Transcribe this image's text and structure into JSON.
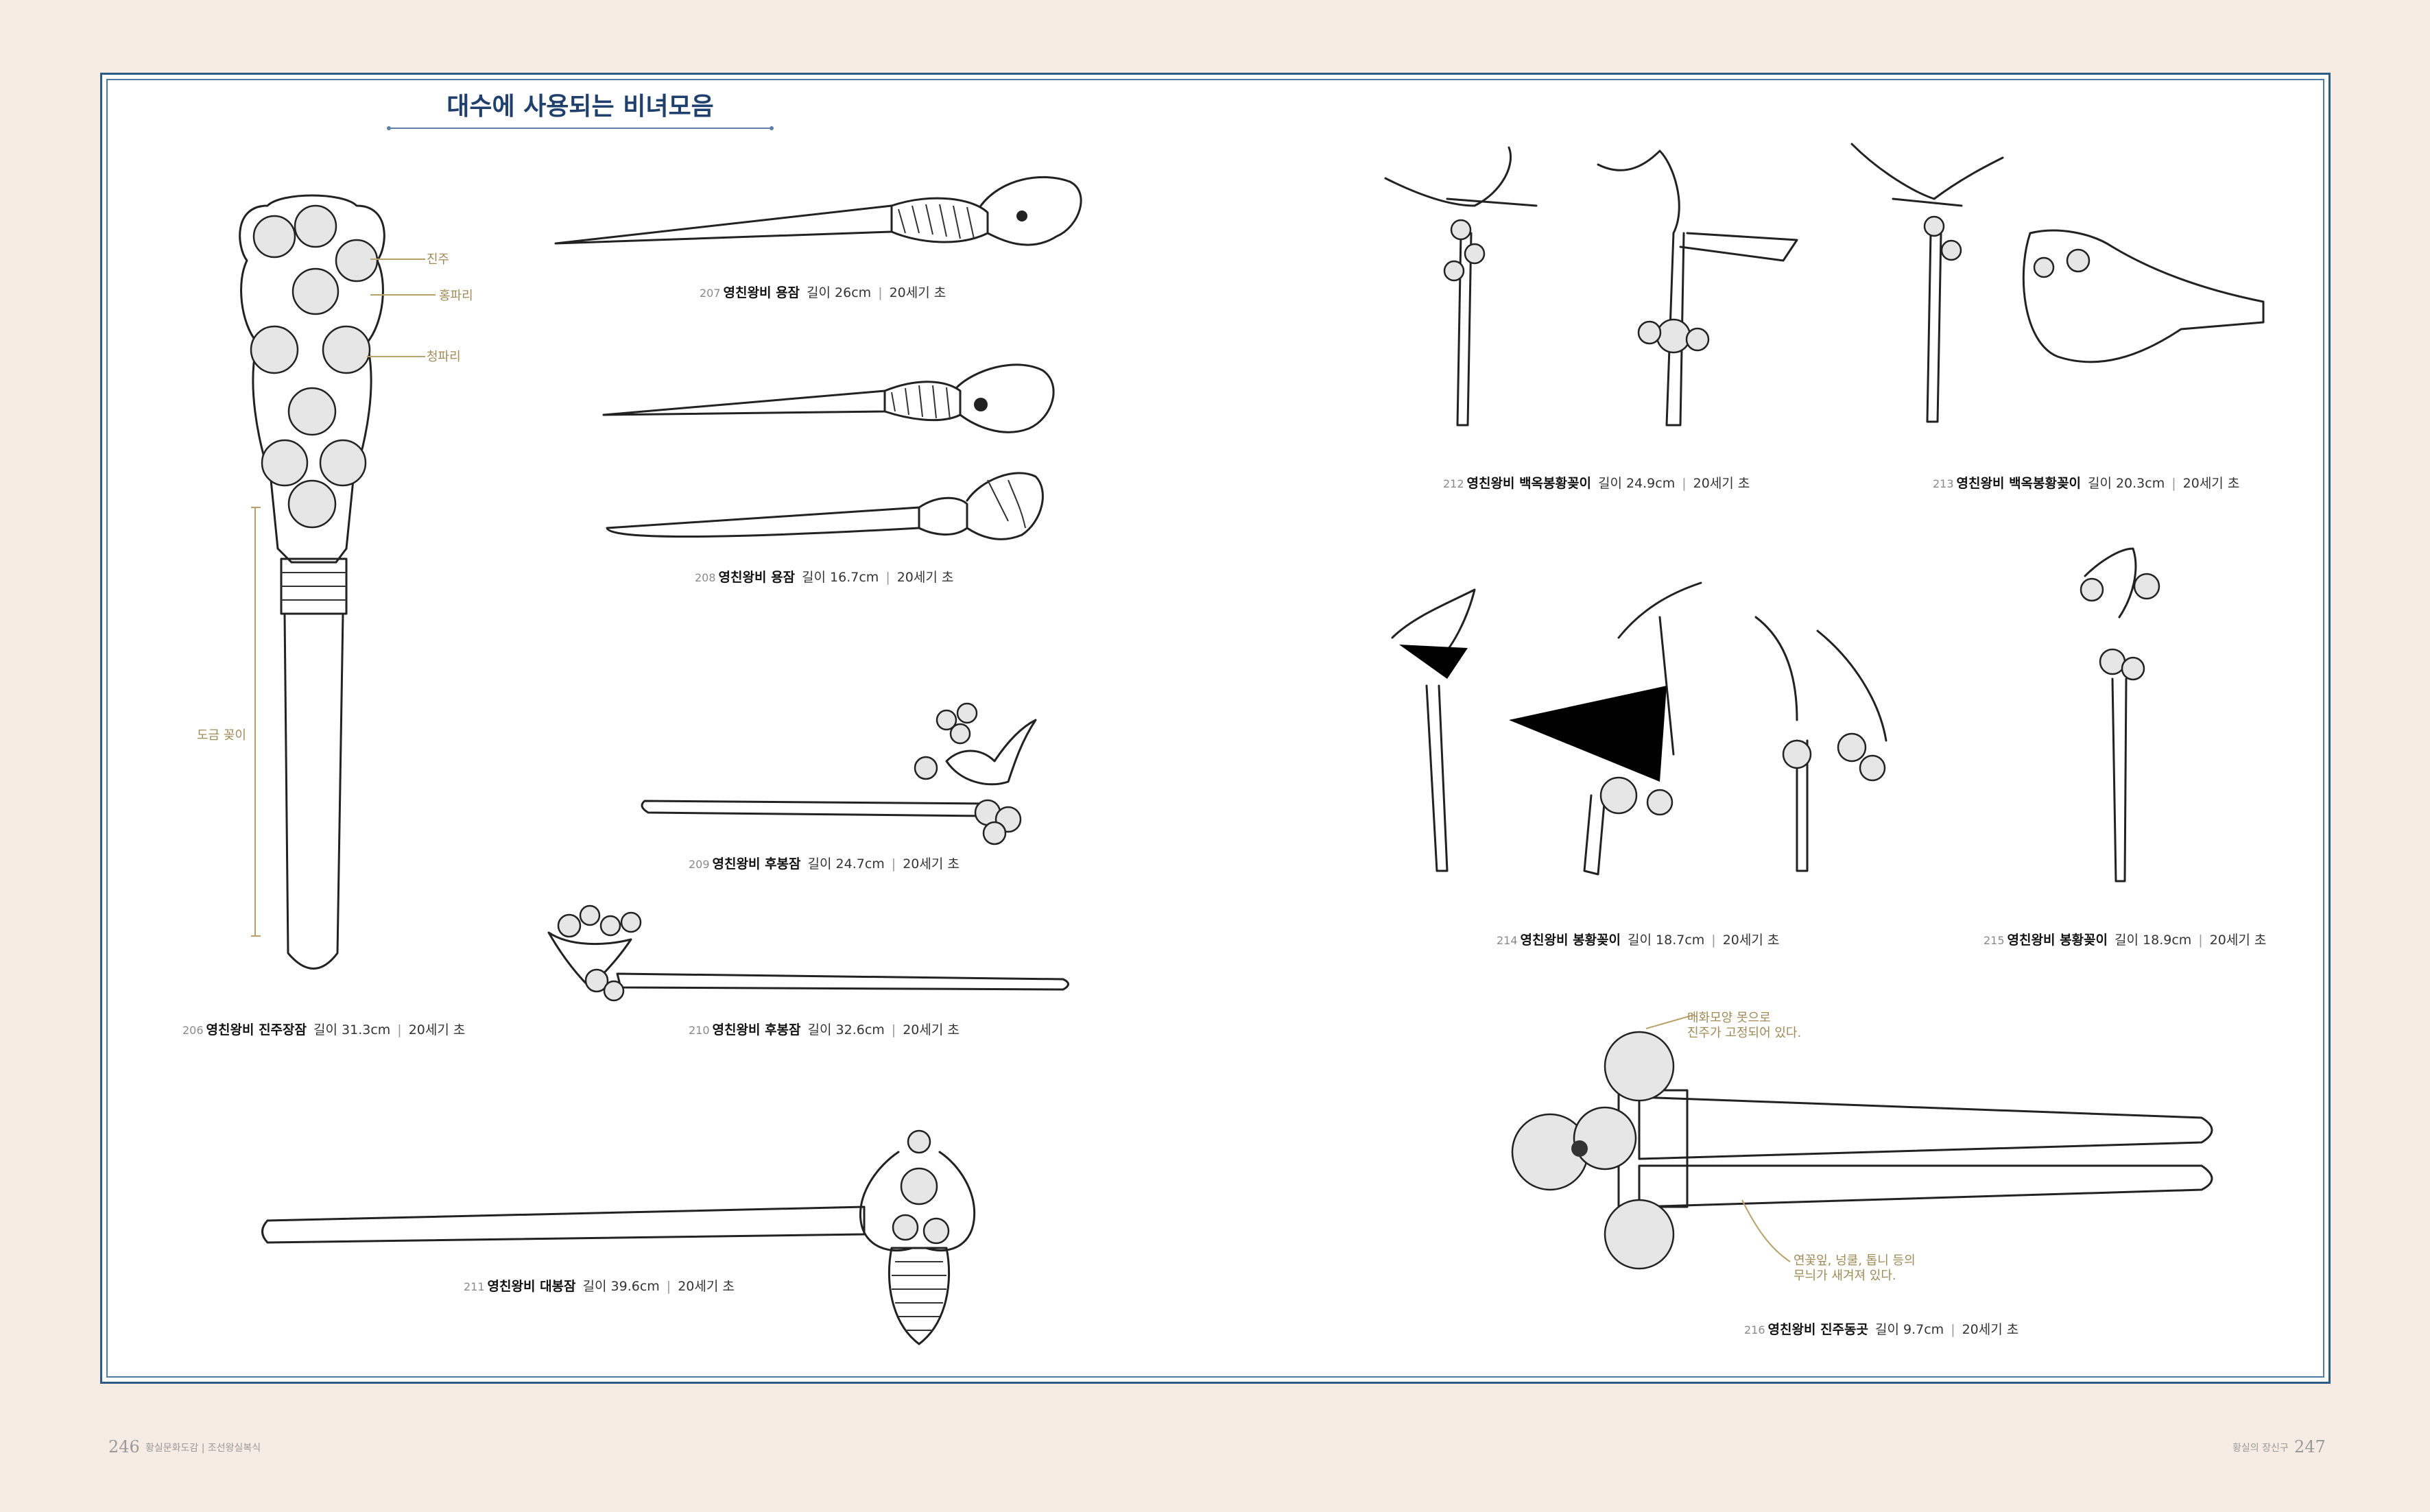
{
  "page": {
    "title": "대수에 사용되는 비녀모음",
    "footer_left_num": "246",
    "footer_left_text": "황실문화도감 | 조선왕실복식",
    "footer_right_text": "황실의 장신구",
    "footer_right_num": "247"
  },
  "annotations": {
    "pearl": "진주",
    "red_glass": "홍파리",
    "blue_glass": "청파리",
    "gilt_stem": "도금 꽂이",
    "plum_pearl": [
      "매화모양 못으로",
      "진주가 고정되어 있다."
    ],
    "lotus_pattern": [
      "연꽃잎, 넝쿨, 톱니 등의",
      "무늬가 새겨져 있다."
    ]
  },
  "items": [
    {
      "num": "206",
      "name": "영친왕비 진주장잠",
      "length": "길이 31.3cm",
      "era": "20세기 초"
    },
    {
      "num": "207",
      "name": "영친왕비 용잠",
      "length": "길이 26cm",
      "era": "20세기 초"
    },
    {
      "num": "208",
      "name": "영친왕비 용잠",
      "length": "길이 16.7cm",
      "era": "20세기 초"
    },
    {
      "num": "209",
      "name": "영친왕비 후봉잠",
      "length": "길이 24.7cm",
      "era": "20세기 초"
    },
    {
      "num": "210",
      "name": "영친왕비 후봉잠",
      "length": "길이 32.6cm",
      "era": "20세기 초"
    },
    {
      "num": "211",
      "name": "영친왕비 대봉잠",
      "length": "길이 39.6cm",
      "era": "20세기 초"
    },
    {
      "num": "212",
      "name": "영친왕비 백옥봉황꽂이",
      "length": "길이 24.9cm",
      "era": "20세기 초"
    },
    {
      "num": "213",
      "name": "영친왕비 백옥봉황꽂이",
      "length": "길이 20.3cm",
      "era": "20세기 초"
    },
    {
      "num": "214",
      "name": "영친왕비 봉황꽂이",
      "length": "길이 18.7cm",
      "era": "20세기 초"
    },
    {
      "num": "215",
      "name": "영친왕비 봉황꽂이",
      "length": "길이 18.9cm",
      "era": "20세기 초"
    },
    {
      "num": "216",
      "name": "영친왕비 진주동곳",
      "length": "길이 9.7cm",
      "era": "20세기 초"
    }
  ]
}
